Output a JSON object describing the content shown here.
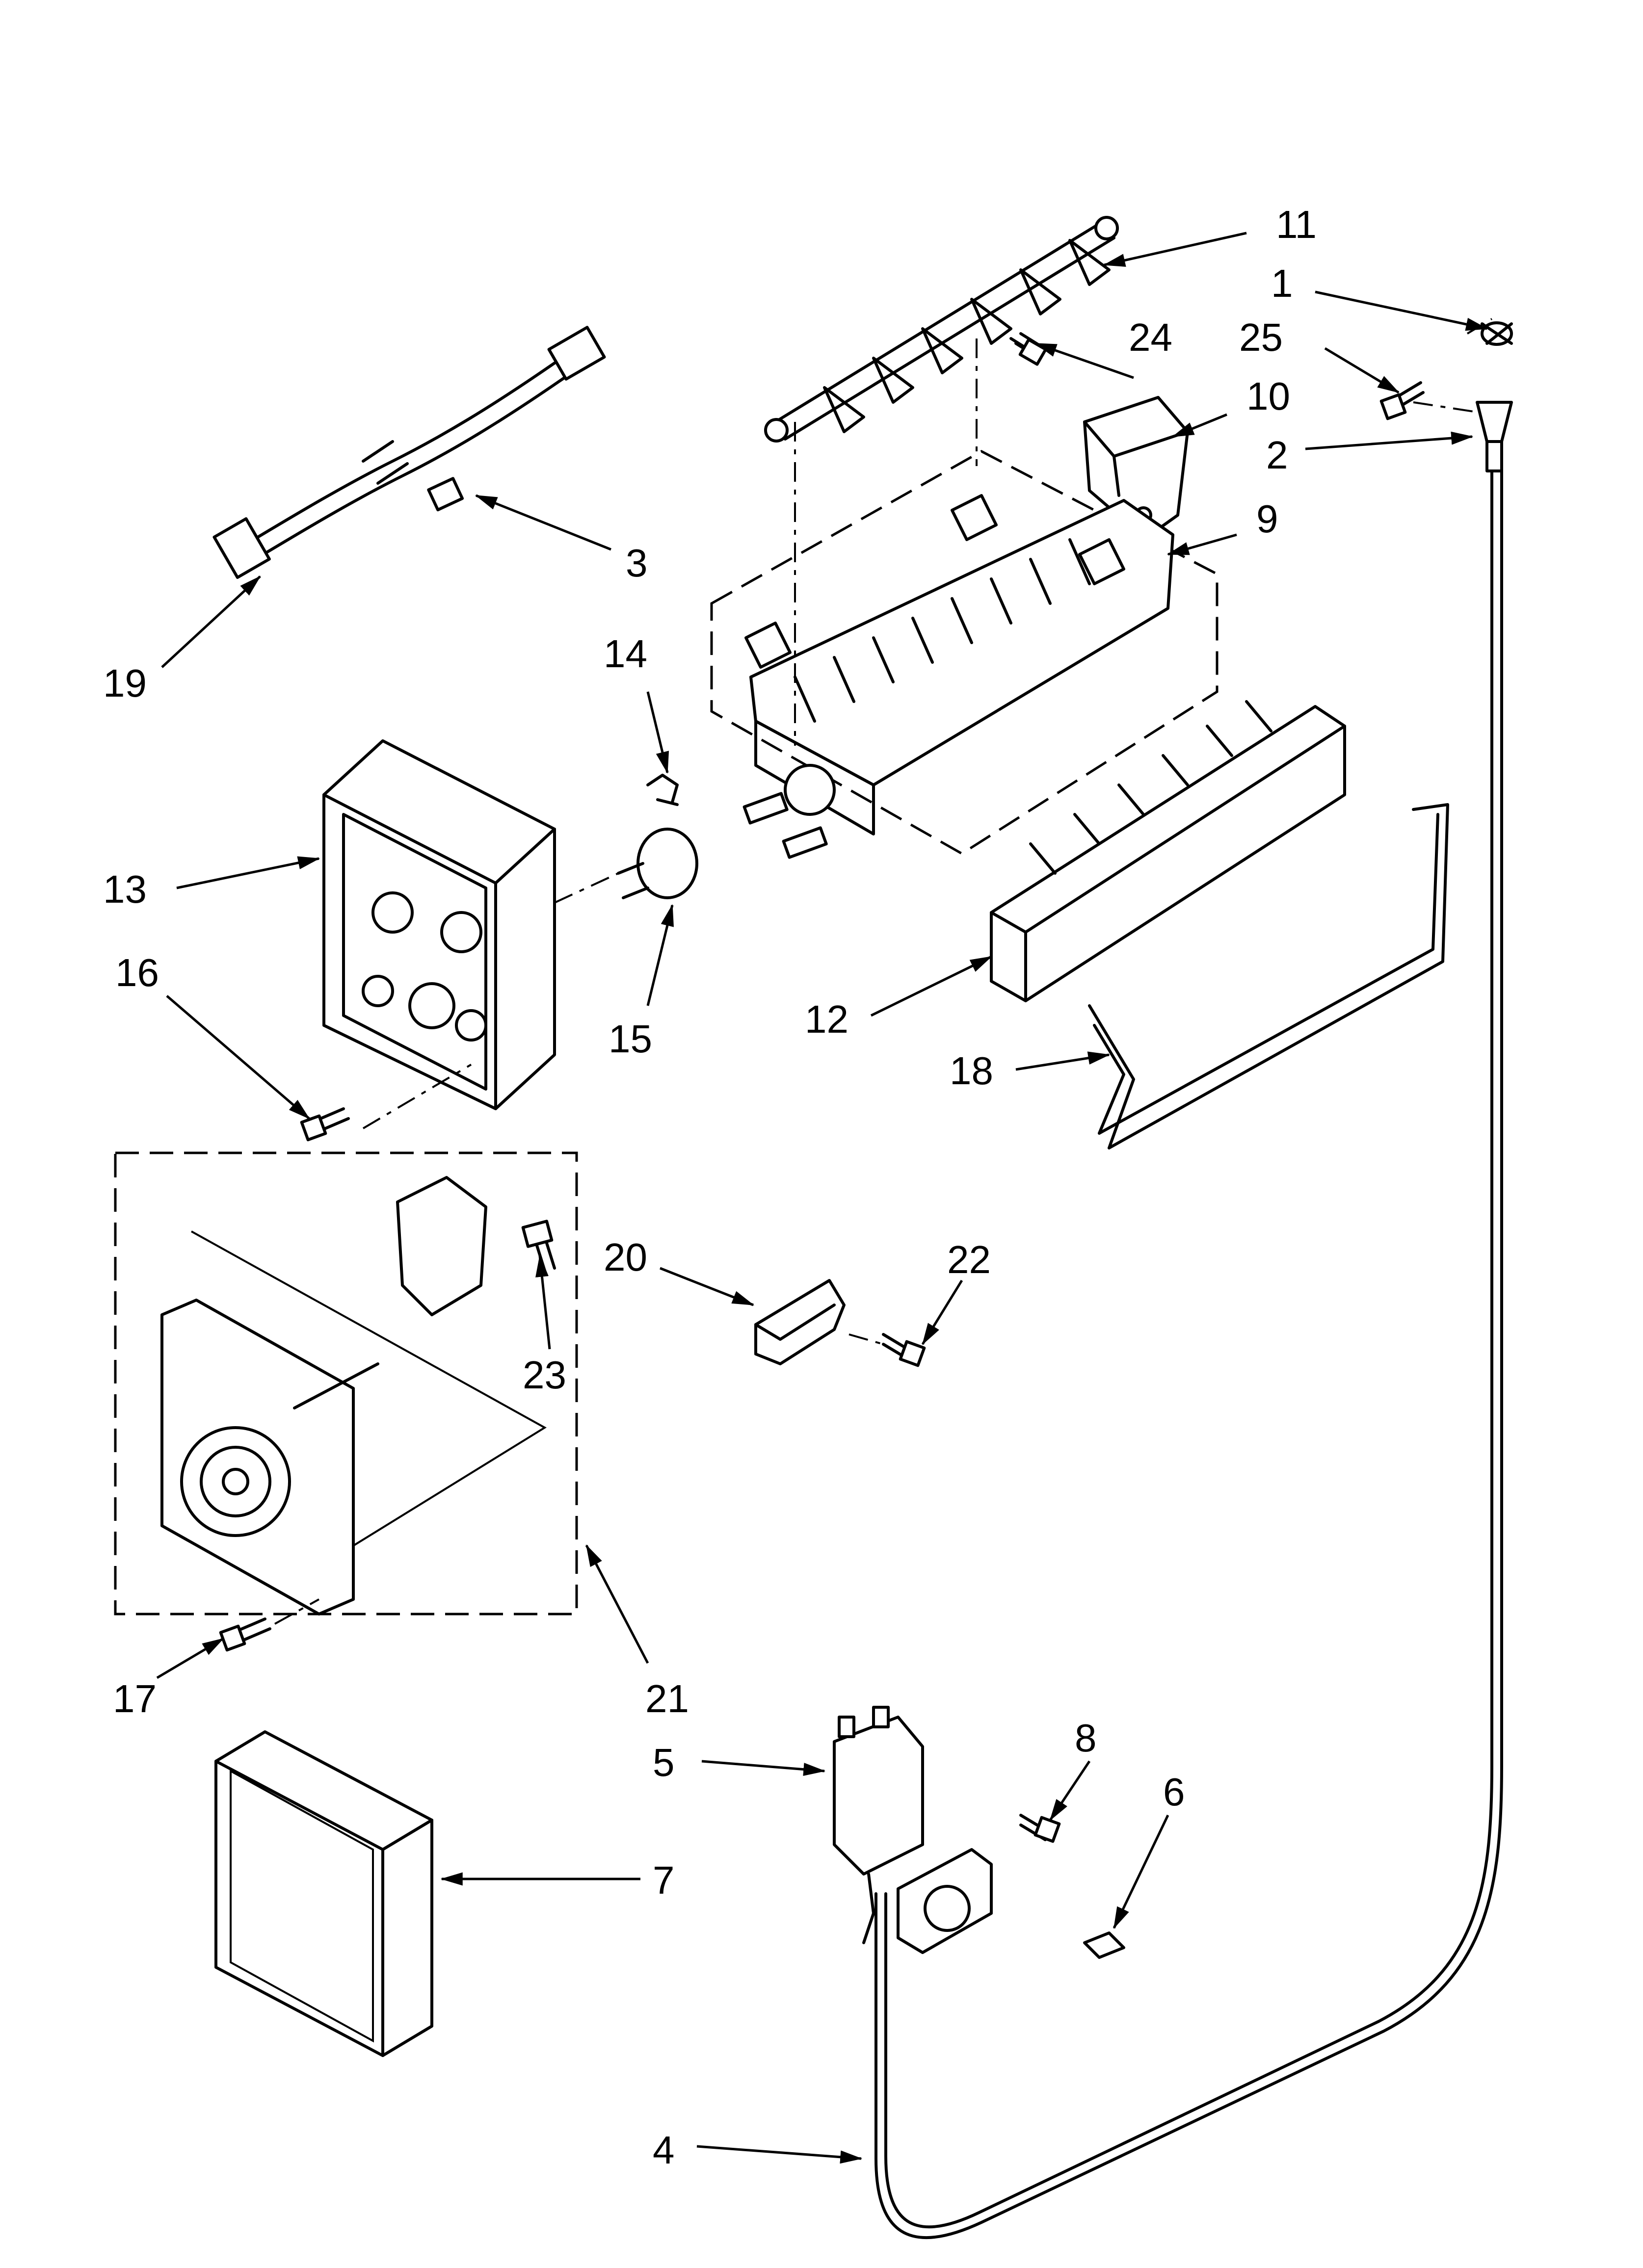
{
  "callouts": [
    {
      "id": "1",
      "label": "1"
    },
    {
      "id": "2",
      "label": "2"
    },
    {
      "id": "3",
      "label": "3"
    },
    {
      "id": "4",
      "label": "4"
    },
    {
      "id": "5",
      "label": "5"
    },
    {
      "id": "6",
      "label": "6"
    },
    {
      "id": "7",
      "label": "7"
    },
    {
      "id": "8",
      "label": "8"
    },
    {
      "id": "9",
      "label": "9"
    },
    {
      "id": "10",
      "label": "10"
    },
    {
      "id": "11",
      "label": "11"
    },
    {
      "id": "12",
      "label": "12"
    },
    {
      "id": "13",
      "label": "13"
    },
    {
      "id": "14",
      "label": "14"
    },
    {
      "id": "15",
      "label": "15"
    },
    {
      "id": "16",
      "label": "16"
    },
    {
      "id": "17",
      "label": "17"
    },
    {
      "id": "18",
      "label": "18"
    },
    {
      "id": "19",
      "label": "19"
    },
    {
      "id": "20",
      "label": "20"
    },
    {
      "id": "21",
      "label": "21"
    },
    {
      "id": "22",
      "label": "22"
    },
    {
      "id": "23",
      "label": "23"
    },
    {
      "id": "24",
      "label": "24"
    },
    {
      "id": "25",
      "label": "25"
    }
  ]
}
